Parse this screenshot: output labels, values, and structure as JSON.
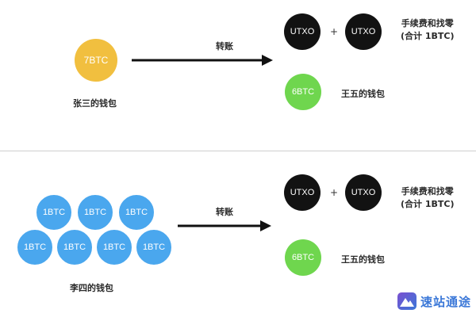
{
  "top": {
    "source_coin": "7BTC",
    "source_label": "张三的钱包",
    "arrow_label": "转账",
    "utxo_left": "UTXO",
    "plus": "+",
    "utxo_right": "UTXO",
    "fee_line1": "手续费和找零",
    "fee_line2": "(合计 1BTC)",
    "dest_coin": "6BTC",
    "dest_label": "王五的钱包"
  },
  "bottom": {
    "source_coins": [
      "1BTC",
      "1BTC",
      "1BTC",
      "1BTC",
      "1BTC",
      "1BTC",
      "1BTC"
    ],
    "source_label": "李四的钱包",
    "arrow_label": "转账",
    "utxo_left": "UTXO",
    "plus": "+",
    "utxo_right": "UTXO",
    "fee_line1": "手续费和找零",
    "fee_line2": "(合计 1BTC)",
    "dest_coin": "6BTC",
    "dest_label": "王五的钱包"
  },
  "watermark": {
    "text": "速站通途",
    "colors": {
      "blue": "#3b78d8",
      "purple": "#7a4fd0"
    }
  },
  "colors": {
    "orange": "#f1bf3f",
    "green": "#6fd64e",
    "black": "#121212",
    "blue": "#4aa7ee"
  }
}
